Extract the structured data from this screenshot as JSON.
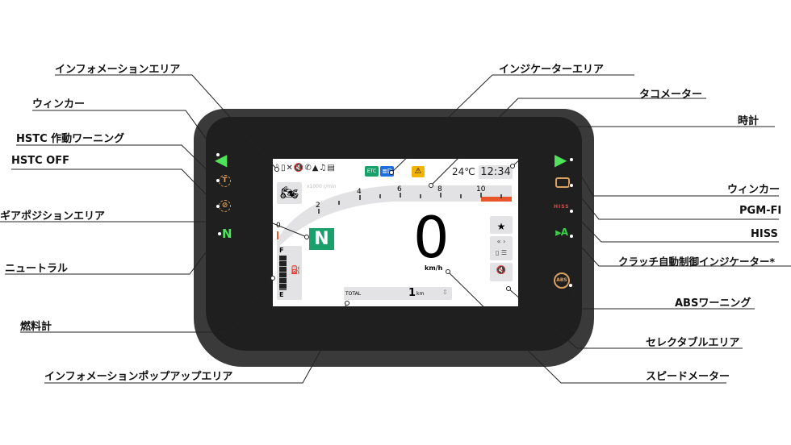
{
  "callouts": {
    "left": [
      "インフォメーションエリア",
      "ウィンカー",
      "HSTC 作動ワーニング",
      "HSTC OFF",
      "ギアポジションエリア",
      "ニュートラル",
      "燃料計",
      "インフォメーションポップアップエリア"
    ],
    "right": [
      "インジケーターエリア",
      "タコメーター",
      "時計",
      "ウィンカー",
      "PGM-FI",
      "HISS",
      "クラッチ自動制御インジケーター*",
      "ABSワーニング",
      "セレクタブルエリア",
      "スピードメーター"
    ]
  },
  "screen": {
    "etc": "ETC",
    "temperature": "24℃",
    "clock": "12:34",
    "tach_unit": "x1000 r/min",
    "tach_ticks": [
      "0",
      "2",
      "4",
      "6",
      "8",
      "10"
    ],
    "gear": "N",
    "speed": "0",
    "speed_unit": "km/h",
    "fuel_full": "F",
    "fuel_empty": "E",
    "fuel_level_segments": 5,
    "total_label": "TOTAL",
    "total_value": "1",
    "total_unit": "km"
  },
  "indicators": {
    "neutral": "N",
    "hiss": "HISS",
    "clutch": "A",
    "abs": "ABS"
  },
  "colors": {
    "green": "#1aa06a",
    "turn": "#4ee35a",
    "amber": "#d9a060",
    "red_zone": "#e8552a",
    "etc_blue": "#1e6fe0",
    "warning": "#f2b400"
  }
}
